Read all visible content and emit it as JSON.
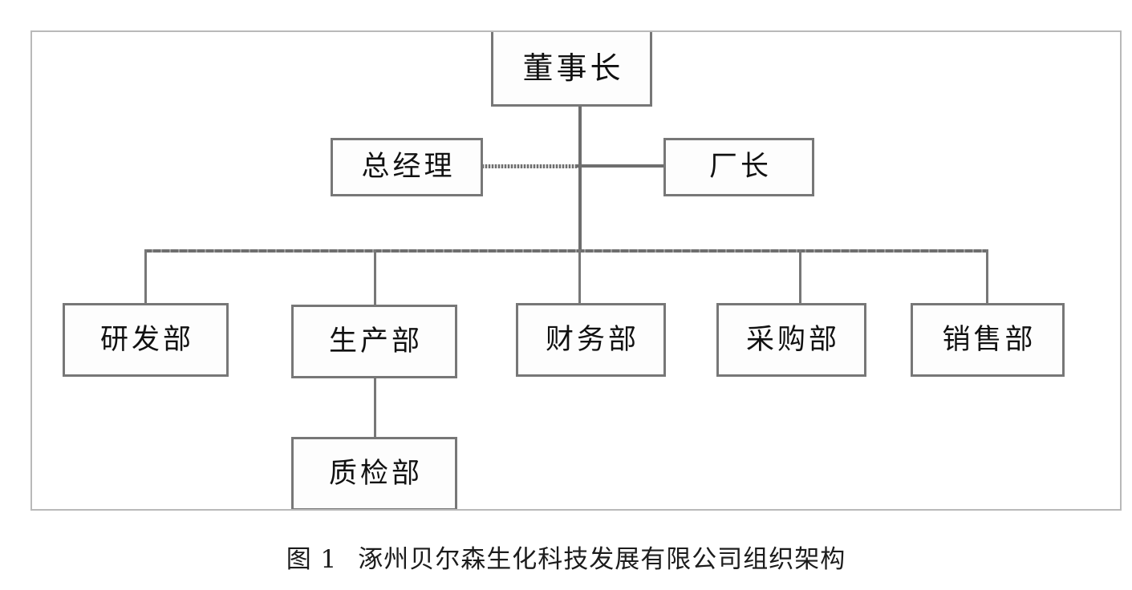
{
  "figure": {
    "caption_prefix": "图 1",
    "caption_title": "涿州贝尔森生化科技发展有限公司组织架构",
    "frame_color": "#b9b9b9",
    "box_border_color": "#777777",
    "line_color": "#6e6e6e",
    "background": "#ffffff"
  },
  "chart_data": {
    "type": "diagram",
    "subtype": "organization-chart",
    "title": "涿州贝尔森生化科技发展有限公司组织架构",
    "orientation": "top-down",
    "levels": [
      {
        "level": 1,
        "nodes": [
          "董事长"
        ]
      },
      {
        "level": 2,
        "nodes": [
          "总经理",
          "厂长"
        ]
      },
      {
        "level": 3,
        "nodes": [
          "研发部",
          "生产部",
          "财务部",
          "采购部",
          "销售部"
        ]
      },
      {
        "level": 4,
        "nodes": [
          "质检部"
        ]
      }
    ],
    "edges": [
      {
        "from": "董事长",
        "to": "总经理",
        "style": "hatched-horizontal"
      },
      {
        "from": "董事长",
        "to": "厂长",
        "style": "solid-horizontal"
      },
      {
        "from": "董事长",
        "to": "研发部",
        "style": "elbow"
      },
      {
        "from": "董事长",
        "to": "生产部",
        "style": "elbow"
      },
      {
        "from": "董事长",
        "to": "财务部",
        "style": "elbow"
      },
      {
        "from": "董事长",
        "to": "采购部",
        "style": "elbow"
      },
      {
        "from": "董事长",
        "to": "销售部",
        "style": "elbow"
      },
      {
        "from": "生产部",
        "to": "质检部",
        "style": "vertical"
      }
    ]
  },
  "nodes": {
    "chairman": {
      "label": "董事长"
    },
    "general_manager": {
      "label": "总经理"
    },
    "factory_director": {
      "label": "厂长"
    },
    "rd_dept": {
      "label": "研发部"
    },
    "production_dept": {
      "label": "生产部"
    },
    "finance_dept": {
      "label": "财务部"
    },
    "purchasing_dept": {
      "label": "采购部"
    },
    "sales_dept": {
      "label": "销售部"
    },
    "qc_dept": {
      "label": "质检部"
    }
  }
}
